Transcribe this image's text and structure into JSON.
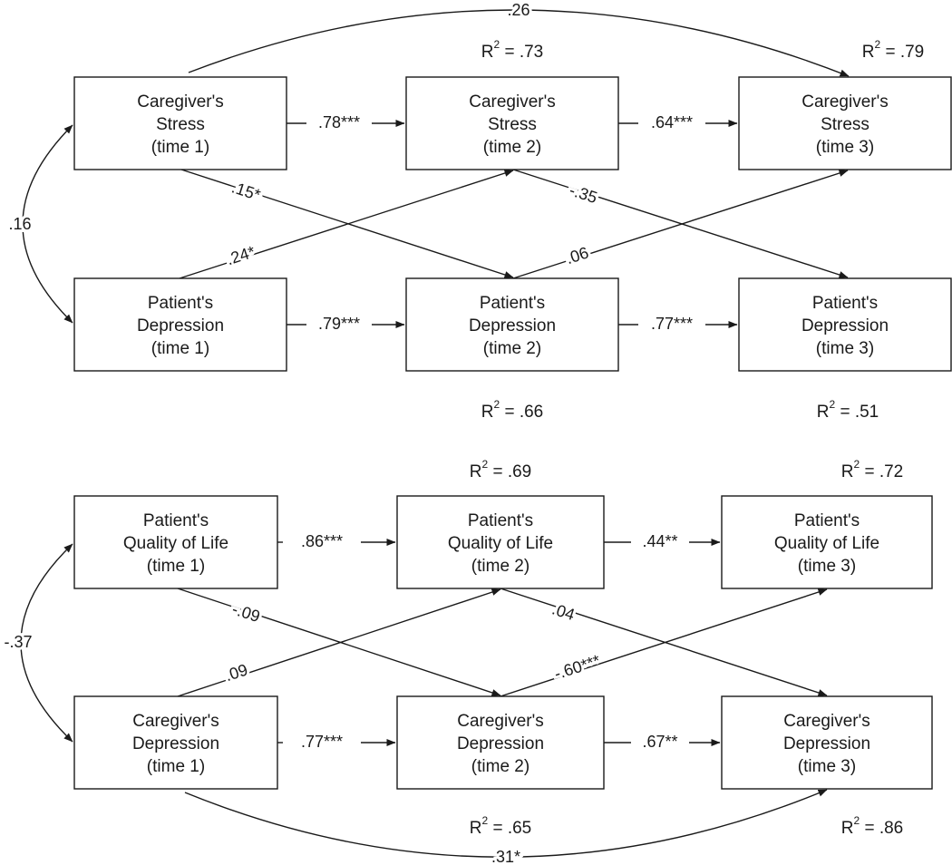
{
  "panels": [
    {
      "id": "top",
      "nodes": [
        {
          "id": "cs1",
          "lines": [
            "Caregiver's",
            "Stress",
            "(time 1)"
          ]
        },
        {
          "id": "cs2",
          "lines": [
            "Caregiver's",
            "Stress",
            "(time 2)"
          ],
          "r2": "= .73"
        },
        {
          "id": "cs3",
          "lines": [
            "Caregiver's",
            "Stress",
            "(time 3)"
          ],
          "r2": "= .79"
        },
        {
          "id": "pd1",
          "lines": [
            "Patient's",
            "Depression",
            "(time 1)"
          ]
        },
        {
          "id": "pd2",
          "lines": [
            "Patient's",
            "Depression",
            "(time 2)"
          ],
          "r2": "= .66"
        },
        {
          "id": "pd3",
          "lines": [
            "Patient's",
            "Depression",
            "(time 3)"
          ],
          "r2": "= .51"
        }
      ],
      "edges": [
        {
          "from": "cs1",
          "to": "cs2",
          "label": ".78***"
        },
        {
          "from": "cs2",
          "to": "cs3",
          "label": ".64***"
        },
        {
          "from": "pd1",
          "to": "pd2",
          "label": ".79***"
        },
        {
          "from": "pd2",
          "to": "pd3",
          "label": ".77***"
        },
        {
          "from": "cs1",
          "to": "pd2",
          "label": ".15*"
        },
        {
          "from": "pd1",
          "to": "cs2",
          "label": ".24*"
        },
        {
          "from": "cs2",
          "to": "pd3",
          "label": "-.35"
        },
        {
          "from": "pd2",
          "to": "cs3",
          "label": ".06"
        },
        {
          "from": "cs1",
          "to": "cs3",
          "label": ".26"
        },
        {
          "from": "cs1",
          "to": "pd1",
          "label": ".16",
          "bidirectional": true
        }
      ]
    },
    {
      "id": "bottom",
      "nodes": [
        {
          "id": "pq1",
          "lines": [
            "Patient's",
            "Quality of Life",
            "(time 1)"
          ]
        },
        {
          "id": "pq2",
          "lines": [
            "Patient's",
            "Quality of Life",
            "(time 2)"
          ],
          "r2": "= .69"
        },
        {
          "id": "pq3",
          "lines": [
            "Patient's",
            "Quality of Life",
            "(time 3)"
          ],
          "r2": "= .72"
        },
        {
          "id": "cd1",
          "lines": [
            "Caregiver's",
            "Depression",
            "(time 1)"
          ]
        },
        {
          "id": "cd2",
          "lines": [
            "Caregiver's",
            "Depression",
            "(time 2)"
          ],
          "r2": "= .65"
        },
        {
          "id": "cd3",
          "lines": [
            "Caregiver's",
            "Depression",
            "(time 3)"
          ],
          "r2": "= .86"
        }
      ],
      "edges": [
        {
          "from": "pq1",
          "to": "pq2",
          "label": ".86***"
        },
        {
          "from": "pq2",
          "to": "pq3",
          "label": ".44**"
        },
        {
          "from": "cd1",
          "to": "cd2",
          "label": ".77***"
        },
        {
          "from": "cd2",
          "to": "cd3",
          "label": ".67**"
        },
        {
          "from": "pq1",
          "to": "cd2",
          "label": "-.09"
        },
        {
          "from": "cd1",
          "to": "pq2",
          "label": ".09"
        },
        {
          "from": "pq2",
          "to": "cd3",
          "label": ".04"
        },
        {
          "from": "cd2",
          "to": "pq3",
          "label": "-.60***"
        },
        {
          "from": "cd1",
          "to": "cd3",
          "label": ".31*"
        },
        {
          "from": "pq1",
          "to": "cd1",
          "label": "-.37",
          "bidirectional": true
        }
      ]
    }
  ]
}
